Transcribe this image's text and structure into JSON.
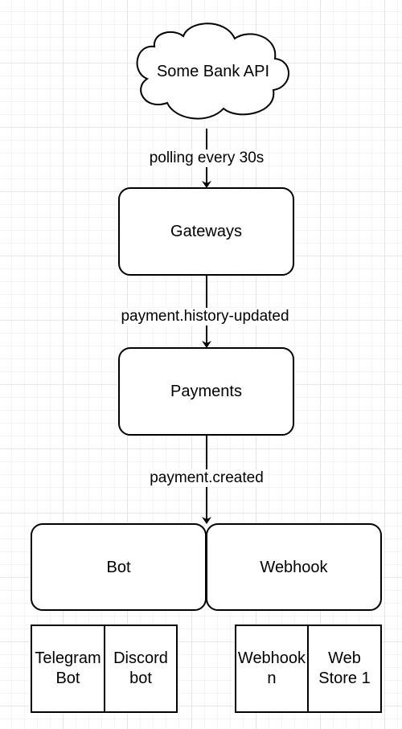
{
  "diagram": {
    "cloud": {
      "label": "Some Bank API"
    },
    "edges": {
      "polling": "polling every 30s",
      "history_updated": "payment.history-updated",
      "created": "payment.created"
    },
    "nodes": {
      "gateways": "Gateways",
      "payments": "Payments",
      "bot": "Bot",
      "webhook": "Webhook"
    },
    "sub_boxes": {
      "telegram": "Telegram\nBot",
      "discord": "Discord\nbot",
      "webhook_n": "Webhook\nn",
      "web_store": "Web\nStore 1"
    },
    "colors": {
      "stroke": "#000000",
      "fill": "#ffffff",
      "grid_major": "#e6e6e6",
      "grid_minor": "#f3f3f3"
    }
  }
}
